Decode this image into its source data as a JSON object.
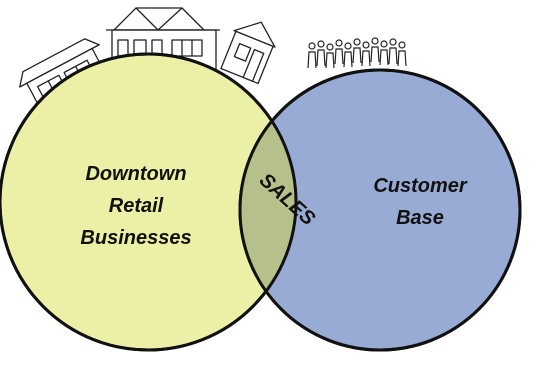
{
  "diagram": {
    "left_circle": {
      "label_lines": [
        "Downtown",
        "Retail",
        "Businesses"
      ],
      "fill": "#ebf0a6"
    },
    "right_circle": {
      "label_lines": [
        "Customer",
        "Base"
      ],
      "fill": "#98abd4"
    },
    "overlap": {
      "label": "SALES",
      "fill": "#b6c08a"
    },
    "stroke": "#111111",
    "left_icon": "storefront-buildings-icon",
    "right_icon": "crowd-of-people-icon"
  }
}
